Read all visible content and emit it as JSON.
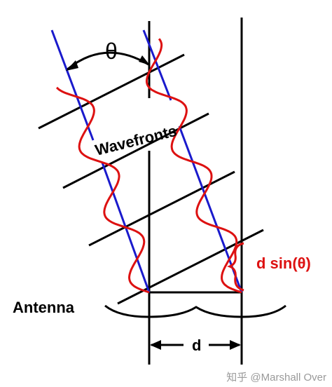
{
  "labels": {
    "theta": "θ",
    "wavefronts": "Wavefronts",
    "d_sin_theta": "d sin(θ)",
    "antenna": "Antenna",
    "d": "d",
    "watermark": "知乎 @Marshall Over"
  },
  "colors": {
    "line": "#000000",
    "ray": "#1a1acc",
    "wave": "#dd1111",
    "watermark": "#9a9a9a"
  }
}
